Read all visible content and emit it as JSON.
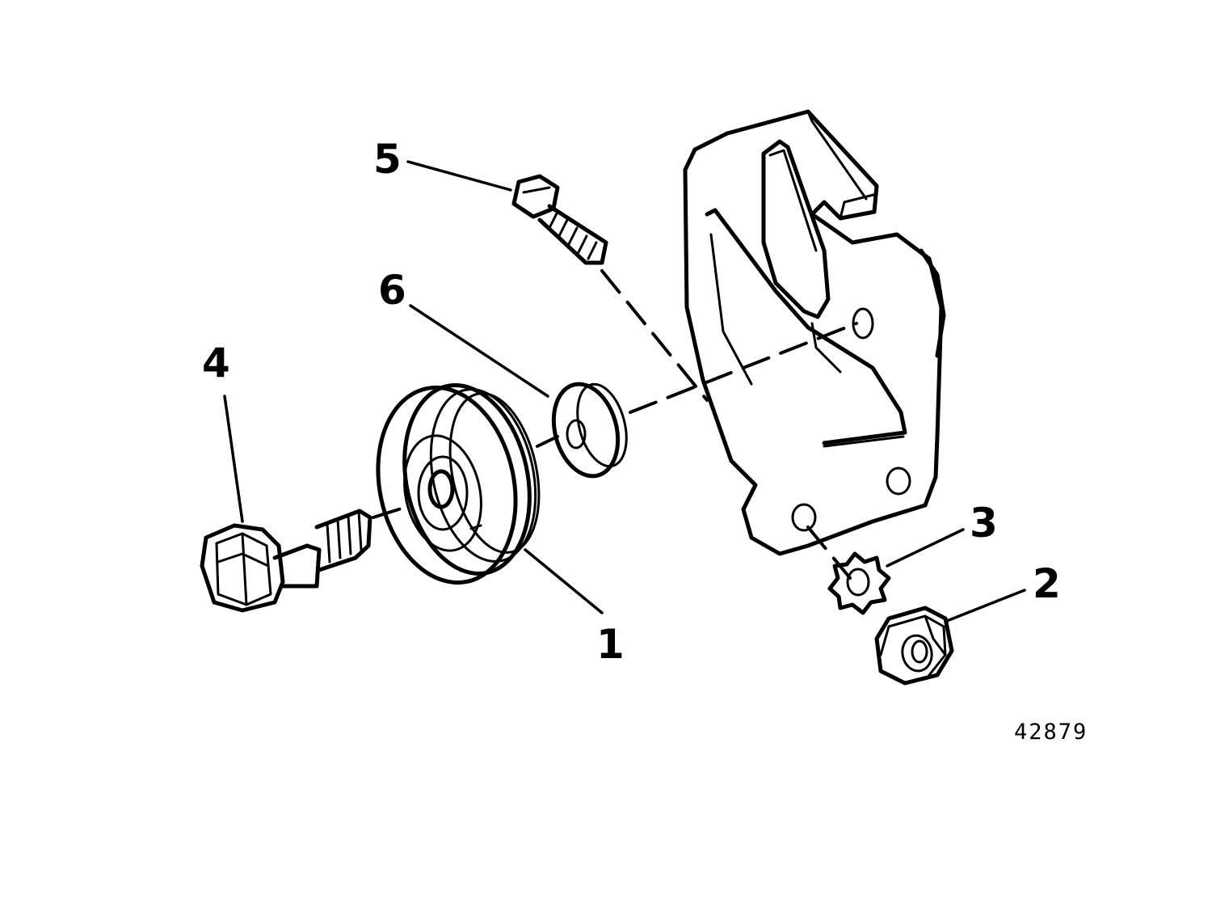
{
  "diagram": {
    "figure_number": "42879",
    "callouts": [
      {
        "id": "1",
        "label": "1"
      },
      {
        "id": "2",
        "label": "2"
      },
      {
        "id": "3",
        "label": "3"
      },
      {
        "id": "4",
        "label": "4"
      },
      {
        "id": "5",
        "label": "5"
      },
      {
        "id": "6",
        "label": "6"
      }
    ]
  }
}
